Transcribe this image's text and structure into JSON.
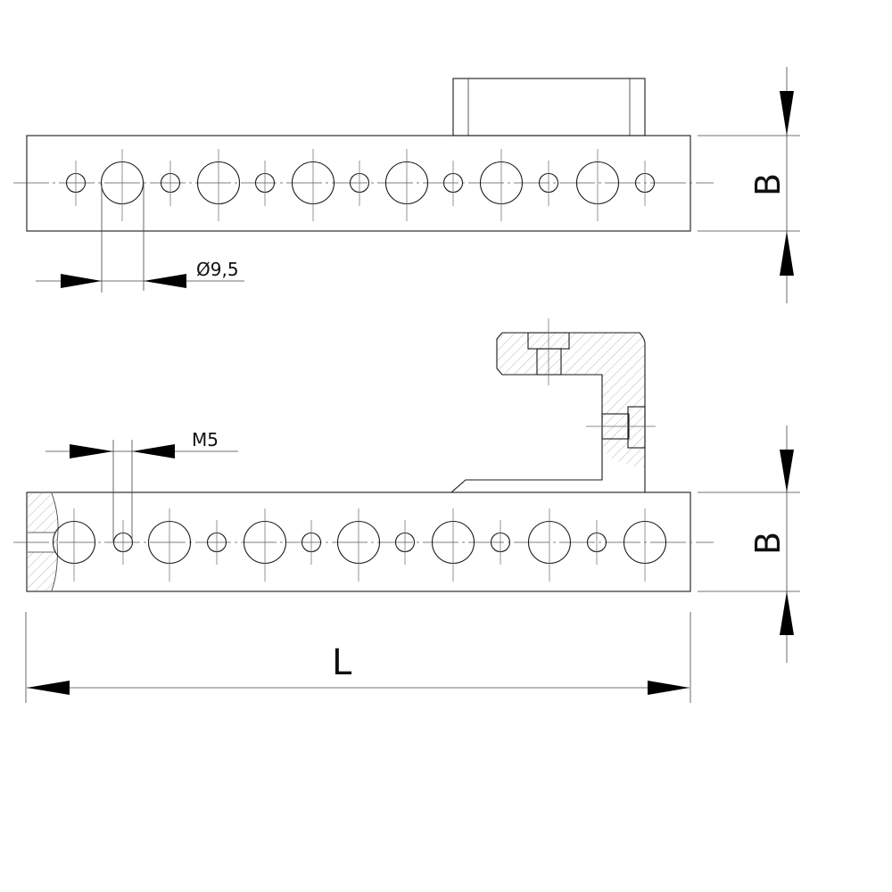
{
  "drawing": {
    "views": [
      {
        "name": "top-view",
        "description": "Rail with alternating large and small holes and a clamp block on top"
      },
      {
        "name": "front-section-view",
        "description": "Rail with alternating large and M5 holes, sectioned clamp bracket"
      }
    ],
    "dimensions": {
      "hole_diameter": "Ø9,5",
      "thread": "M5",
      "width_top": "B",
      "width_bottom": "B",
      "length": "L"
    },
    "colors": {
      "line": "#1a1a1a",
      "arrow": "#000000",
      "hatch": "#999999",
      "background": "#ffffff"
    }
  }
}
